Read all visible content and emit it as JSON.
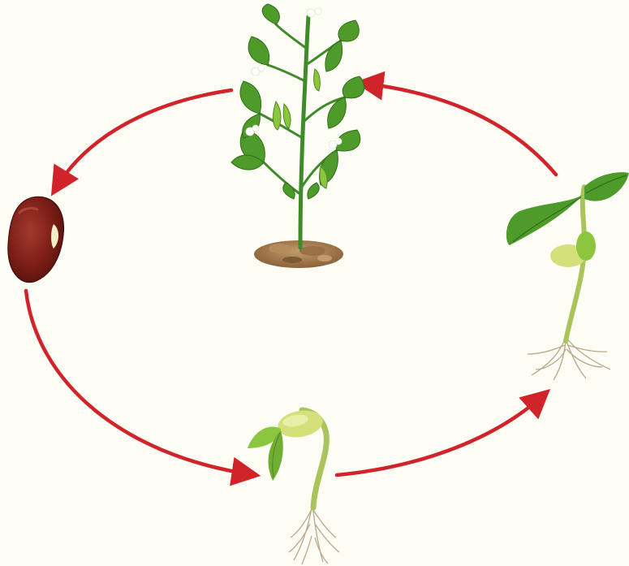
{
  "diagram": {
    "kind": "bean plant life cycle",
    "background": "#fdfdf5",
    "arrow_color": "#d1232a",
    "stages": [
      {
        "id": "seed",
        "icon": "bean-seed-icon"
      },
      {
        "id": "germination",
        "icon": "germinating-seed-icon"
      },
      {
        "id": "seedling",
        "icon": "seedling-icon"
      },
      {
        "id": "mature-plant",
        "icon": "mature-bean-plant-icon"
      }
    ],
    "cycle_order": [
      "seed",
      "germination",
      "seedling",
      "mature-plant",
      "seed"
    ],
    "colors": {
      "seed": "#7a1d16",
      "leaf": "#4e9a2b",
      "leaf_light": "#8cc63f",
      "stem": "#a9c45a",
      "soil": "#a67c52",
      "root": "#b8a989"
    }
  }
}
